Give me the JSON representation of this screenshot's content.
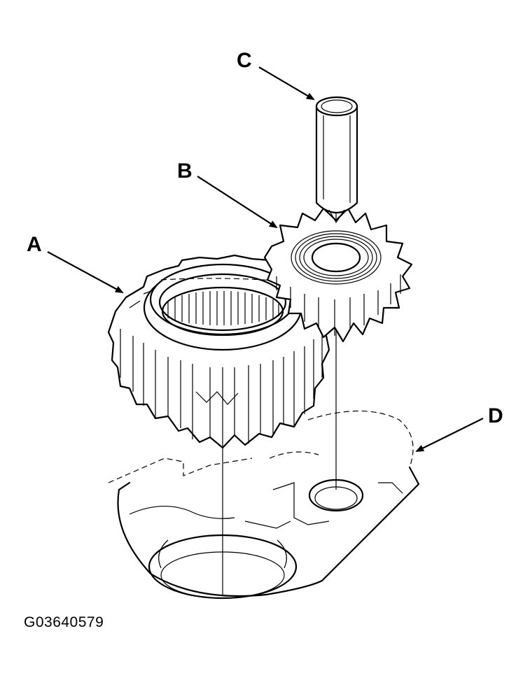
{
  "callouts": {
    "a": "A",
    "b": "B",
    "c": "C",
    "d": "D"
  },
  "figure_code": "G03640579",
  "parts": {
    "a": "large-gear",
    "b": "small-gear",
    "c": "drift-pin",
    "d": "housing"
  }
}
